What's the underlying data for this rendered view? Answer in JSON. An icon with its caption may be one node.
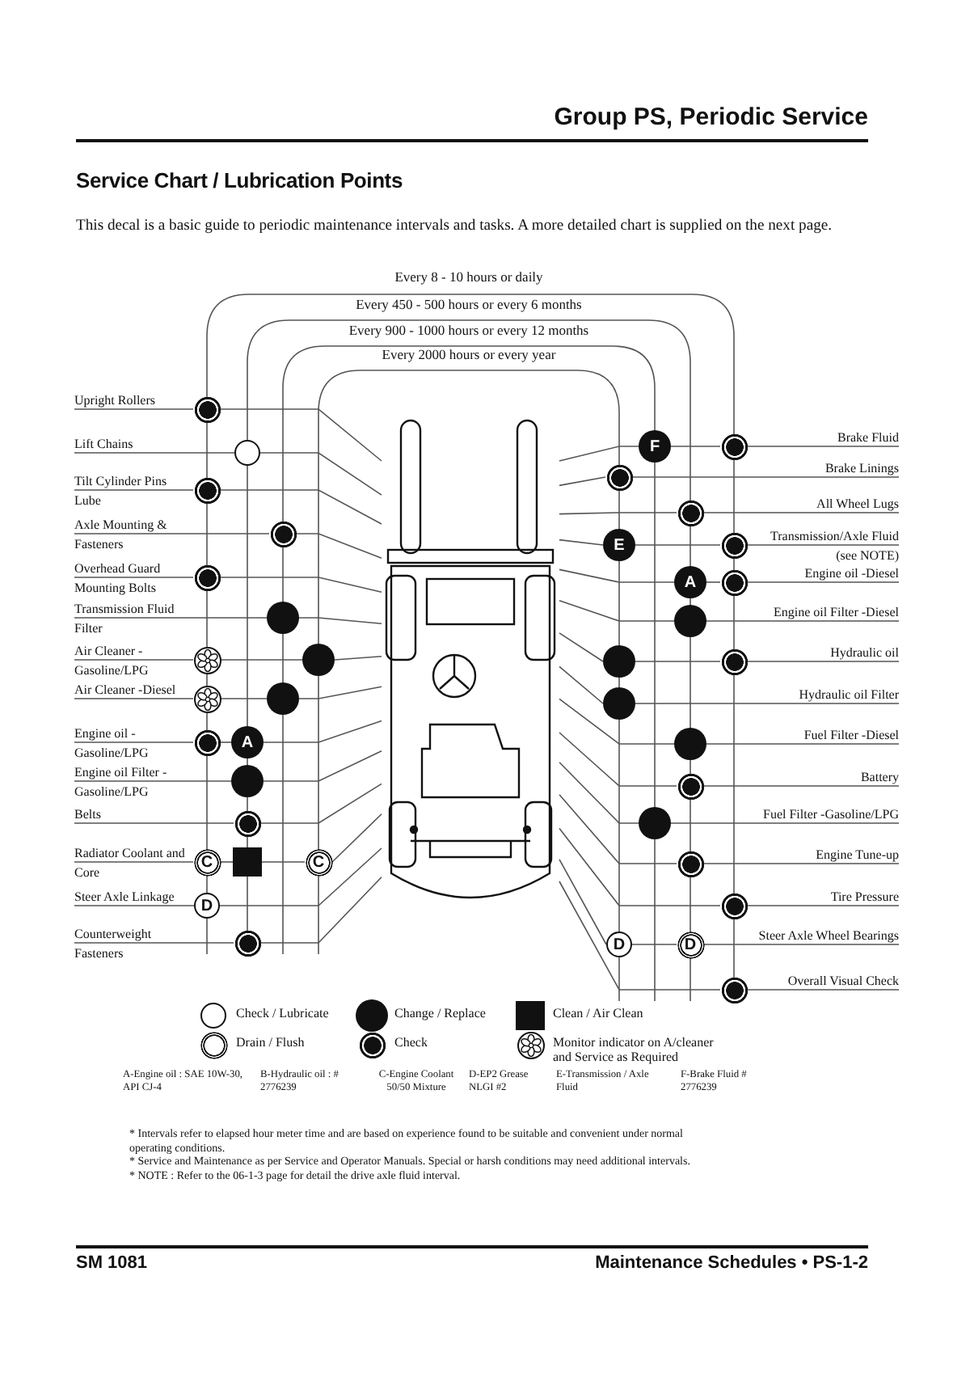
{
  "diagram": {
    "title": "Service Chart / Lubrication Points",
    "nodes": [
      {
        "text": [
          "Upright Rollers"
        ]
      },
      {
        "text": [],
        "shape": "ringed-dot"
      },
      {
        "text": [
          "Lift Chains"
        ]
      },
      {
        "text": [],
        "shape": "circle"
      },
      {
        "text": [
          "Tilt Cylinder Pins Lube"
        ]
      },
      {
        "text": [],
        "shape": "ringed-dot"
      },
      {
        "text": [
          "Axle Mounting & Fasteners"
        ]
      },
      {
        "text": [],
        "shape": "ringed-dot"
      },
      {
        "text": [
          "Overhead Guard Mounting Bolts"
        ]
      },
      {
        "text": [],
        "shape": "ringed-dot"
      },
      {
        "text": [
          "Transmission Fluid Filter"
        ]
      },
      {
        "text": [],
        "shape": "dot"
      },
      {
        "text": [
          "Air Cleaner -Gasoline/LPG"
        ]
      },
      {
        "text": [],
        "shape": "asterisk"
      },
      {
        "text": [],
        "shape": "dot"
      },
      {
        "text": [
          "Air Cleaner -Diesel"
        ]
      },
      {
        "text": [],
        "shape": "asterisk"
      },
      {
        "text": [],
        "shape": "dot"
      },
      {
        "text": [
          "Engine oil -Gasoline/LPG"
        ]
      },
      {
        "text": [],
        "shape": "ringed-dot"
      },
      {
        "text": [
          "A"
        ]
      },
      {
        "text": [
          "Engine oil Filter -Gasoline/LPG"
        ]
      },
      {
        "text": [],
        "shape": "dot"
      },
      {
        "text": [
          "Belts"
        ]
      },
      {
        "text": [],
        "shape": "ringed-dot"
      },
      {
        "text": [
          "Radiator Coolant and Core"
        ]
      },
      {
        "text": [
          "C"
        ]
      },
      {
        "text": [],
        "shape": "square"
      },
      {
        "text": [
          "C"
        ]
      },
      {
        "text": [
          "Steer Axle Linkage"
        ]
      },
      {
        "text": [
          "D"
        ]
      },
      {
        "text": [
          "Counterweight Fasteners"
        ]
      },
      {
        "text": [],
        "shape": "ringed-dot"
      },
      {
        "text": [
          "Brake Fluid"
        ]
      },
      {
        "text": [],
        "shape": "ringed-dot"
      },
      {
        "text": [
          "F"
        ]
      },
      {
        "text": [
          "Brake Linings"
        ]
      },
      {
        "text": [],
        "shape": "ringed-dot"
      },
      {
        "text": [
          "All Wheel Lugs"
        ]
      },
      {
        "text": [],
        "shape": "ringed-dot"
      },
      {
        "text": [
          "Transmission/Axle Fluid (see NOTE)"
        ]
      },
      {
        "text": [],
        "shape": "ringed-dot"
      },
      {
        "text": [
          "E"
        ]
      },
      {
        "text": [
          "Engine oil -Diesel"
        ]
      },
      {
        "text": [],
        "shape": "ringed-dot"
      },
      {
        "text": [
          "A"
        ]
      },
      {
        "text": [
          "Engine oil Filter -Diesel"
        ]
      },
      {
        "text": [],
        "shape": "dot"
      },
      {
        "text": [
          "Hydraulic oil"
        ]
      },
      {
        "text": [],
        "shape": "ringed-dot"
      },
      {
        "text": [],
        "shape": "dot"
      },
      {
        "text": [
          "Hydraulic oil Filter"
        ]
      },
      {
        "text": [],
        "shape": "dot"
      },
      {
        "text": [
          "Fuel Filter -Diesel"
        ]
      },
      {
        "text": [],
        "shape": "dot"
      },
      {
        "text": [
          "Battery"
        ]
      },
      {
        "text": [],
        "shape": "ringed-dot"
      },
      {
        "text": [
          "Fuel Filter -Gasoline/LPG"
        ]
      },
      {
        "text": [],
        "shape": "dot"
      },
      {
        "text": [
          "Engine Tune-up"
        ]
      },
      {
        "text": [],
        "shape": "ringed-dot"
      },
      {
        "text": [
          "Tire Pressure"
        ]
      },
      {
        "text": [],
        "shape": "ringed-dot"
      },
      {
        "text": [
          "Steer Axle Wheel Bearings"
        ]
      },
      {
        "text": [
          "D"
        ]
      },
      {
        "text": [
          "D"
        ]
      },
      {
        "text": [
          "Overall Visual Check"
        ]
      },
      {
        "text": [],
        "shape": "ringed-dot"
      },
      {
        "text": [],
        "shape": "picture"
      }
    ],
    "edges": [
      {
        "from": 0,
        "to": 1,
        "arrow": "none"
      },
      {
        "from": 1,
        "to": 68,
        "arrow": "none"
      },
      {
        "from": 2,
        "to": 3,
        "arrow": "none"
      },
      {
        "from": 3,
        "to": 68,
        "arrow": "none"
      },
      {
        "from": 4,
        "to": 5,
        "arrow": "none"
      },
      {
        "from": 5,
        "to": 68,
        "arrow": "none"
      },
      {
        "from": 6,
        "to": 7,
        "arrow": "none"
      },
      {
        "from": 7,
        "to": 68,
        "arrow": "none"
      },
      {
        "from": 8,
        "to": 9,
        "arrow": "none"
      },
      {
        "from": 9,
        "to": 68,
        "arrow": "none"
      },
      {
        "from": 10,
        "to": 11,
        "arrow": "none"
      },
      {
        "from": 11,
        "to": 68,
        "arrow": "none"
      },
      {
        "from": 12,
        "to": 13,
        "arrow": "none"
      },
      {
        "from": 13,
        "to": 14,
        "arrow": "none"
      },
      {
        "from": 14,
        "to": 68,
        "arrow": "none"
      },
      {
        "from": 15,
        "to": 16,
        "arrow": "none"
      },
      {
        "from": 16,
        "to": 17,
        "arrow": "none"
      },
      {
        "from": 17,
        "to": 68,
        "arrow": "none"
      },
      {
        "from": 18,
        "to": 19,
        "arrow": "none"
      },
      {
        "from": 19,
        "to": 20,
        "arrow": "none"
      },
      {
        "from": 20,
        "to": 68,
        "arrow": "none"
      },
      {
        "from": 21,
        "to": 22,
        "arrow": "none"
      },
      {
        "from": 22,
        "to": 68,
        "arrow": "none"
      },
      {
        "from": 23,
        "to": 24,
        "arrow": "none"
      },
      {
        "from": 24,
        "to": 68,
        "arrow": "none"
      },
      {
        "from": 25,
        "to": 26,
        "arrow": "none"
      },
      {
        "from": 26,
        "to": 27,
        "arrow": "none"
      },
      {
        "from": 27,
        "to": 28,
        "arrow": "none"
      },
      {
        "from": 28,
        "to": 68,
        "arrow": "none"
      },
      {
        "from": 29,
        "to": 30,
        "arrow": "none"
      },
      {
        "from": 30,
        "to": 68,
        "arrow": "none"
      },
      {
        "from": 31,
        "to": 32,
        "arrow": "none"
      },
      {
        "from": 32,
        "to": 68,
        "arrow": "none"
      },
      {
        "from": 33,
        "to": 34,
        "arrow": "none"
      },
      {
        "from": 34,
        "to": 35,
        "arrow": "none"
      },
      {
        "from": 35,
        "to": 68,
        "arrow": "none"
      },
      {
        "from": 36,
        "to": 37,
        "arrow": "none"
      },
      {
        "from": 37,
        "to": 68,
        "arrow": "none"
      },
      {
        "from": 38,
        "to": 39,
        "arrow": "none"
      },
      {
        "from": 39,
        "to": 68,
        "arrow": "none"
      },
      {
        "from": 40,
        "to": 41,
        "arrow": "none"
      },
      {
        "from": 41,
        "to": 42,
        "arrow": "none"
      },
      {
        "from": 42,
        "to": 68,
        "arrow": "none"
      },
      {
        "from": 43,
        "to": 44,
        "arrow": "none"
      },
      {
        "from": 44,
        "to": 45,
        "arrow": "none"
      },
      {
        "from": 45,
        "to": 68,
        "arrow": "none"
      },
      {
        "from": 46,
        "to": 47,
        "arrow": "none"
      },
      {
        "from": 47,
        "to": 68,
        "arrow": "none"
      },
      {
        "from": 48,
        "to": 49,
        "arrow": "none"
      },
      {
        "from": 49,
        "to": 50,
        "arrow": "none"
      },
      {
        "from": 50,
        "to": 68,
        "arrow": "none"
      },
      {
        "from": 51,
        "to": 52,
        "arrow": "none"
      },
      {
        "from": 52,
        "to": 68,
        "arrow": "none"
      },
      {
        "from": 53,
        "to": 54,
        "arrow": "none"
      },
      {
        "from": 54,
        "to": 68,
        "arrow": "none"
      },
      {
        "from": 55,
        "to": 56,
        "arrow": "none"
      },
      {
        "from": 56,
        "to": 68,
        "arrow": "none"
      },
      {
        "from": 57,
        "to": 58,
        "arrow": "none"
      },
      {
        "from": 58,
        "to": 68,
        "arrow": "none"
      },
      {
        "from": 59,
        "to": 60,
        "arrow": "none"
      },
      {
        "from": 60,
        "to": 68,
        "arrow": "none"
      },
      {
        "from": 61,
        "to": 62,
        "arrow": "none"
      },
      {
        "from": 62,
        "to": 68,
        "arrow": "none"
      },
      {
        "from": 63,
        "to": 64,
        "arrow": "none"
      },
      {
        "from": 64,
        "to": 65,
        "arrow": "none"
      },
      {
        "from": 65,
        "to": 68,
        "arrow": "none"
      },
      {
        "from": 66,
        "to": 67,
        "arrow": "none"
      },
      {
        "from": 67,
        "to": 68,
        "arrow": "none"
      }
    ],
    "labels": [
      "Group PS, Periodic Service",
      "This decal is a basic guide to periodic maintenance intervals and tasks. A more detailed chart is supplied on the next page.",
      "Every 8 - 10 hours or daily",
      "Every 450 - 500 hours or every 6 months",
      "Every 900 - 1000 hours or every 12 months",
      "Every 2000 hours or every year",
      "A-Engine oil : SAE 10W-30, API CJ-4",
      "B-Hydraulic oil : # 2776239",
      "C-Engine Coolant 50/50 Mixture",
      "D-EP2 Grease NLGI #2",
      "E-Transmission / Axle Fluid",
      "F-Brake Fluid # 2776239",
      "* Intervals refer to elapsed hour meter time and are based on experience found to be suitable and convenient under normal operating conditions.",
      "* Service and Maintenance as per Service and Operator Manuals. Special or harsh conditions may need additional intervals.",
      "* NOTE : Refer to the 06-1-3 page for detail the drive axle fluid interval.",
      "SM 1081",
      "Maintenance Schedules • PS-1-2"
    ],
    "legend": [
      {
        "text": "Check / Lubricate"
      },
      {
        "text": "Change / Replace"
      },
      {
        "text": "Clean / Air Clean"
      },
      {
        "text": "Drain / Flush"
      },
      {
        "text": "Check"
      },
      {
        "text": "Monitor indicator on A/cleaner and Service as Required"
      }
    ]
  }
}
